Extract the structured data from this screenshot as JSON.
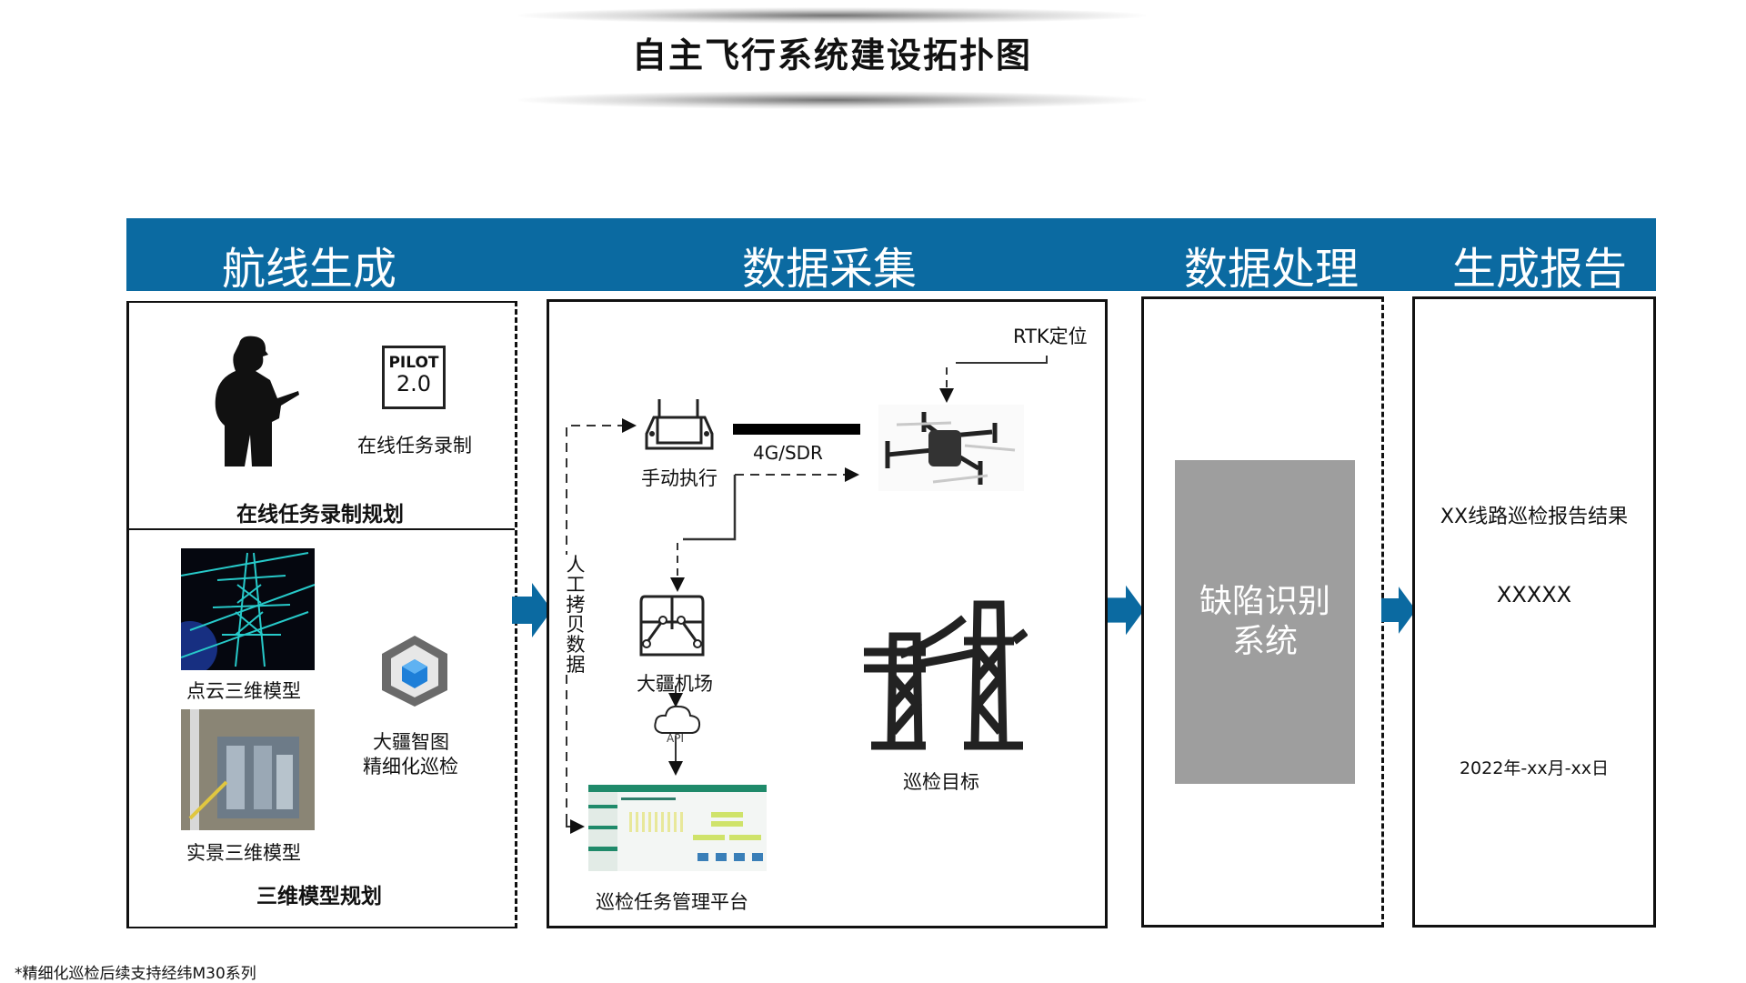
{
  "title": "自主飞行系统建设拓扑图",
  "phases": [
    "航线生成",
    "数据采集",
    "数据处理",
    "生成报告"
  ],
  "route_generation": {
    "top_section": {
      "pilot_badge_line1": "PILOT",
      "pilot_badge_line2": "2.0",
      "pilot_caption": "在线任务录制",
      "section_title": "在线任务录制规划"
    },
    "bottom_section": {
      "point_cloud_caption": "点云三维模型",
      "real_scene_caption": "实景三维模型",
      "terra_caption_line1": "大疆智图",
      "terra_caption_line2": "精细化巡检",
      "section_title": "三维模型规划"
    }
  },
  "data_collection": {
    "rtk_label": "RTK定位",
    "remote_caption": "手动执行",
    "link_label": "4G/SDR",
    "dock_caption": "大疆机场",
    "api_label": "API",
    "platform_caption": "巡检任务管理平台",
    "manual_copy_label": "人工拷贝数据",
    "target_caption": "巡检目标"
  },
  "data_processing": {
    "system_line1": "缺陷识别",
    "system_line2": "系统"
  },
  "report": {
    "title": "XX线路巡检报告结果",
    "body": "XXXXX",
    "date": "2022年-xx月-xx日"
  },
  "footnote": "*精细化巡检后续支持经纬M30系列",
  "colors": {
    "accent": "#0b6aa1",
    "processing_box": "#9e9e9e"
  }
}
